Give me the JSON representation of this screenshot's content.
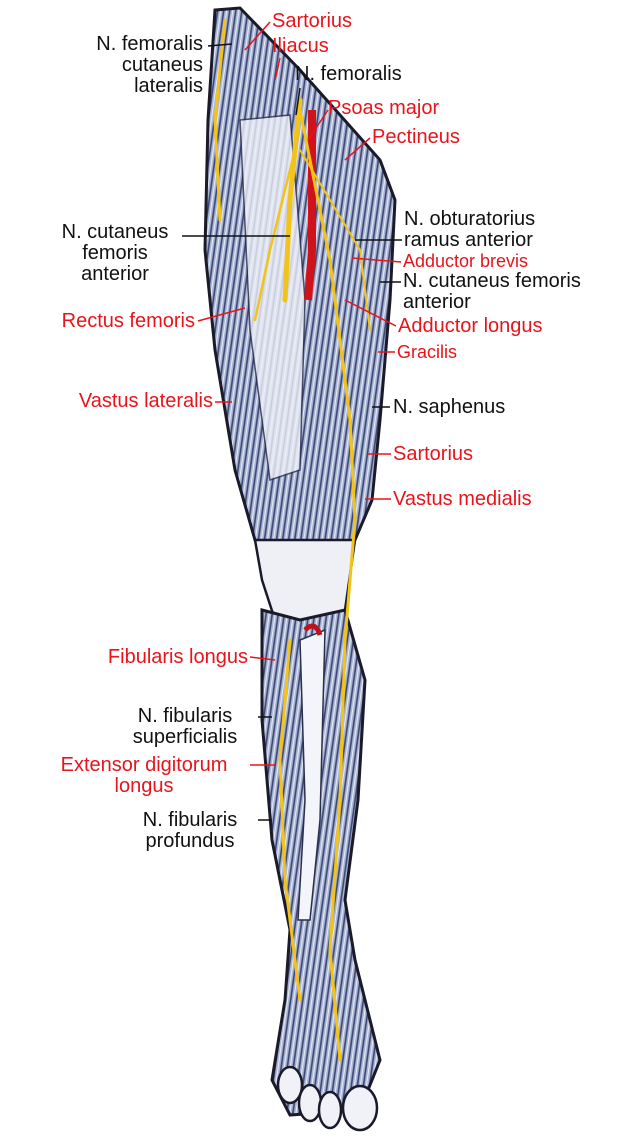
{
  "labels": {
    "n_femoralis_cutaneus_lateralis": "N. femoralis\ncutaneus\nlateralis",
    "sartorius_top": "Sartorius",
    "iliacus": "Iliacus",
    "n_femoralis": "N. femoralis",
    "psoas_major": "Psoas major",
    "pectineus": "Pectineus",
    "n_cutaneus_femoris_anterior_left": "N. cutaneus\nfemoris\nanterior",
    "n_obturatorius_ramus_anterior": "N. obturatorius\nramus anterior",
    "adductor_brevis": "Adductor brevis",
    "n_cutaneus_femoris_anterior_right": "N. cutaneus femoris\nanterior",
    "adductor_longus": "Adductor longus",
    "gracilis": "Gracilis",
    "rectus_femoris": "Rectus femoris",
    "vastus_lateralis": "Vastus lateralis",
    "n_saphenus": "N. saphenus",
    "sartorius_mid": "Sartorius",
    "vastus_medialis": "Vastus medialis",
    "fibularis_longus": "Fibularis longus",
    "n_fibularis_superficialis": "N. fibularis\nsuperficialis",
    "extensor_digitorum_longus": "Extensor digitorum\nlongus",
    "n_fibularis_profundus": "N. fibularis\nprofundus"
  },
  "colors": {
    "muscle_label": "#e8141b",
    "nerve_label": "#111111",
    "nerve": "#f2c318",
    "artery": "#d0121a",
    "muscle": "#6f7fa6"
  }
}
